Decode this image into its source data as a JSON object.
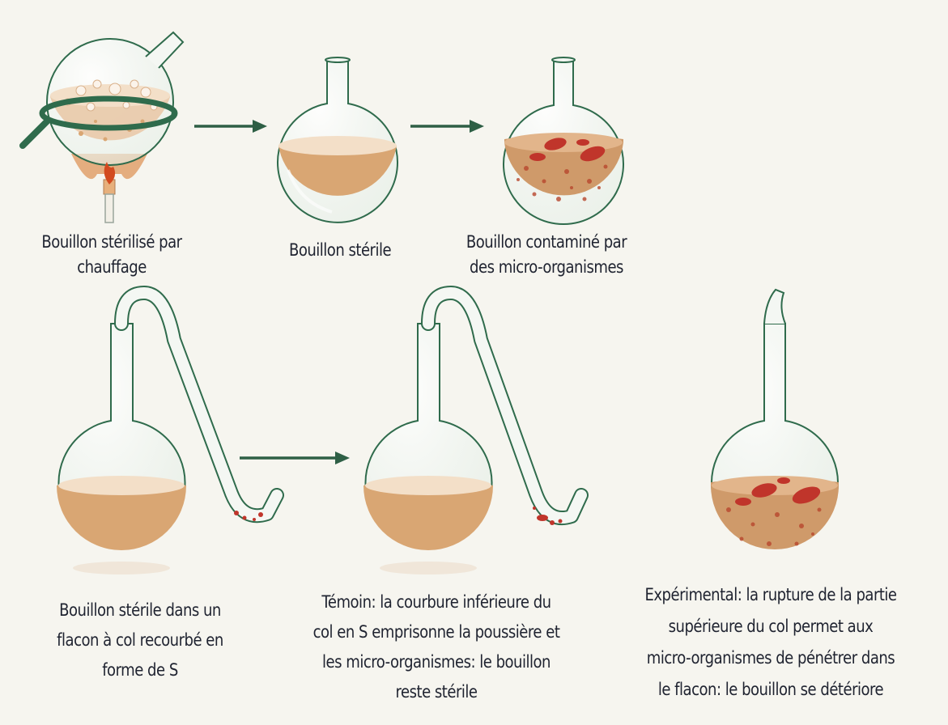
{
  "colors": {
    "background": "#f6f5ef",
    "glass_outline": "#2f6b4c",
    "broth": "#d9a673",
    "broth_surface": "#f3dfc8",
    "contaminated_broth": "#cf9a6a",
    "microbe": "#c0352b",
    "arrow": "#2e5f45",
    "flame": "#d24a1f",
    "text": "#1f2330"
  },
  "captions": {
    "heated": [
      "Bouillon stérilisé par",
      "chauffage"
    ],
    "sterile": [
      "Bouillon stérile"
    ],
    "contaminated": [
      "Bouillon contaminé par",
      "des micro-organismes"
    ],
    "s_neck": [
      "Bouillon stérile dans un",
      "flacon à col recourbé en",
      "forme de S"
    ],
    "control": [
      "Témoin: la courbure inférieure du",
      "col en S emprisonne la poussière et",
      "les micro-organismes: le bouillon",
      "reste stérile"
    ],
    "experimental": [
      "Expérimental: la rupture de la partie",
      "supérieure du col permet aux",
      "micro-organismes de pénétrer dans",
      "le flacon: le bouillon se détériore"
    ]
  },
  "icons": [
    "heating-flask-icon",
    "flame-icon",
    "arrow-right-icon",
    "round-flask-icon",
    "swan-neck-flask-icon",
    "broken-neck-flask-icon",
    "microbe-icon"
  ]
}
